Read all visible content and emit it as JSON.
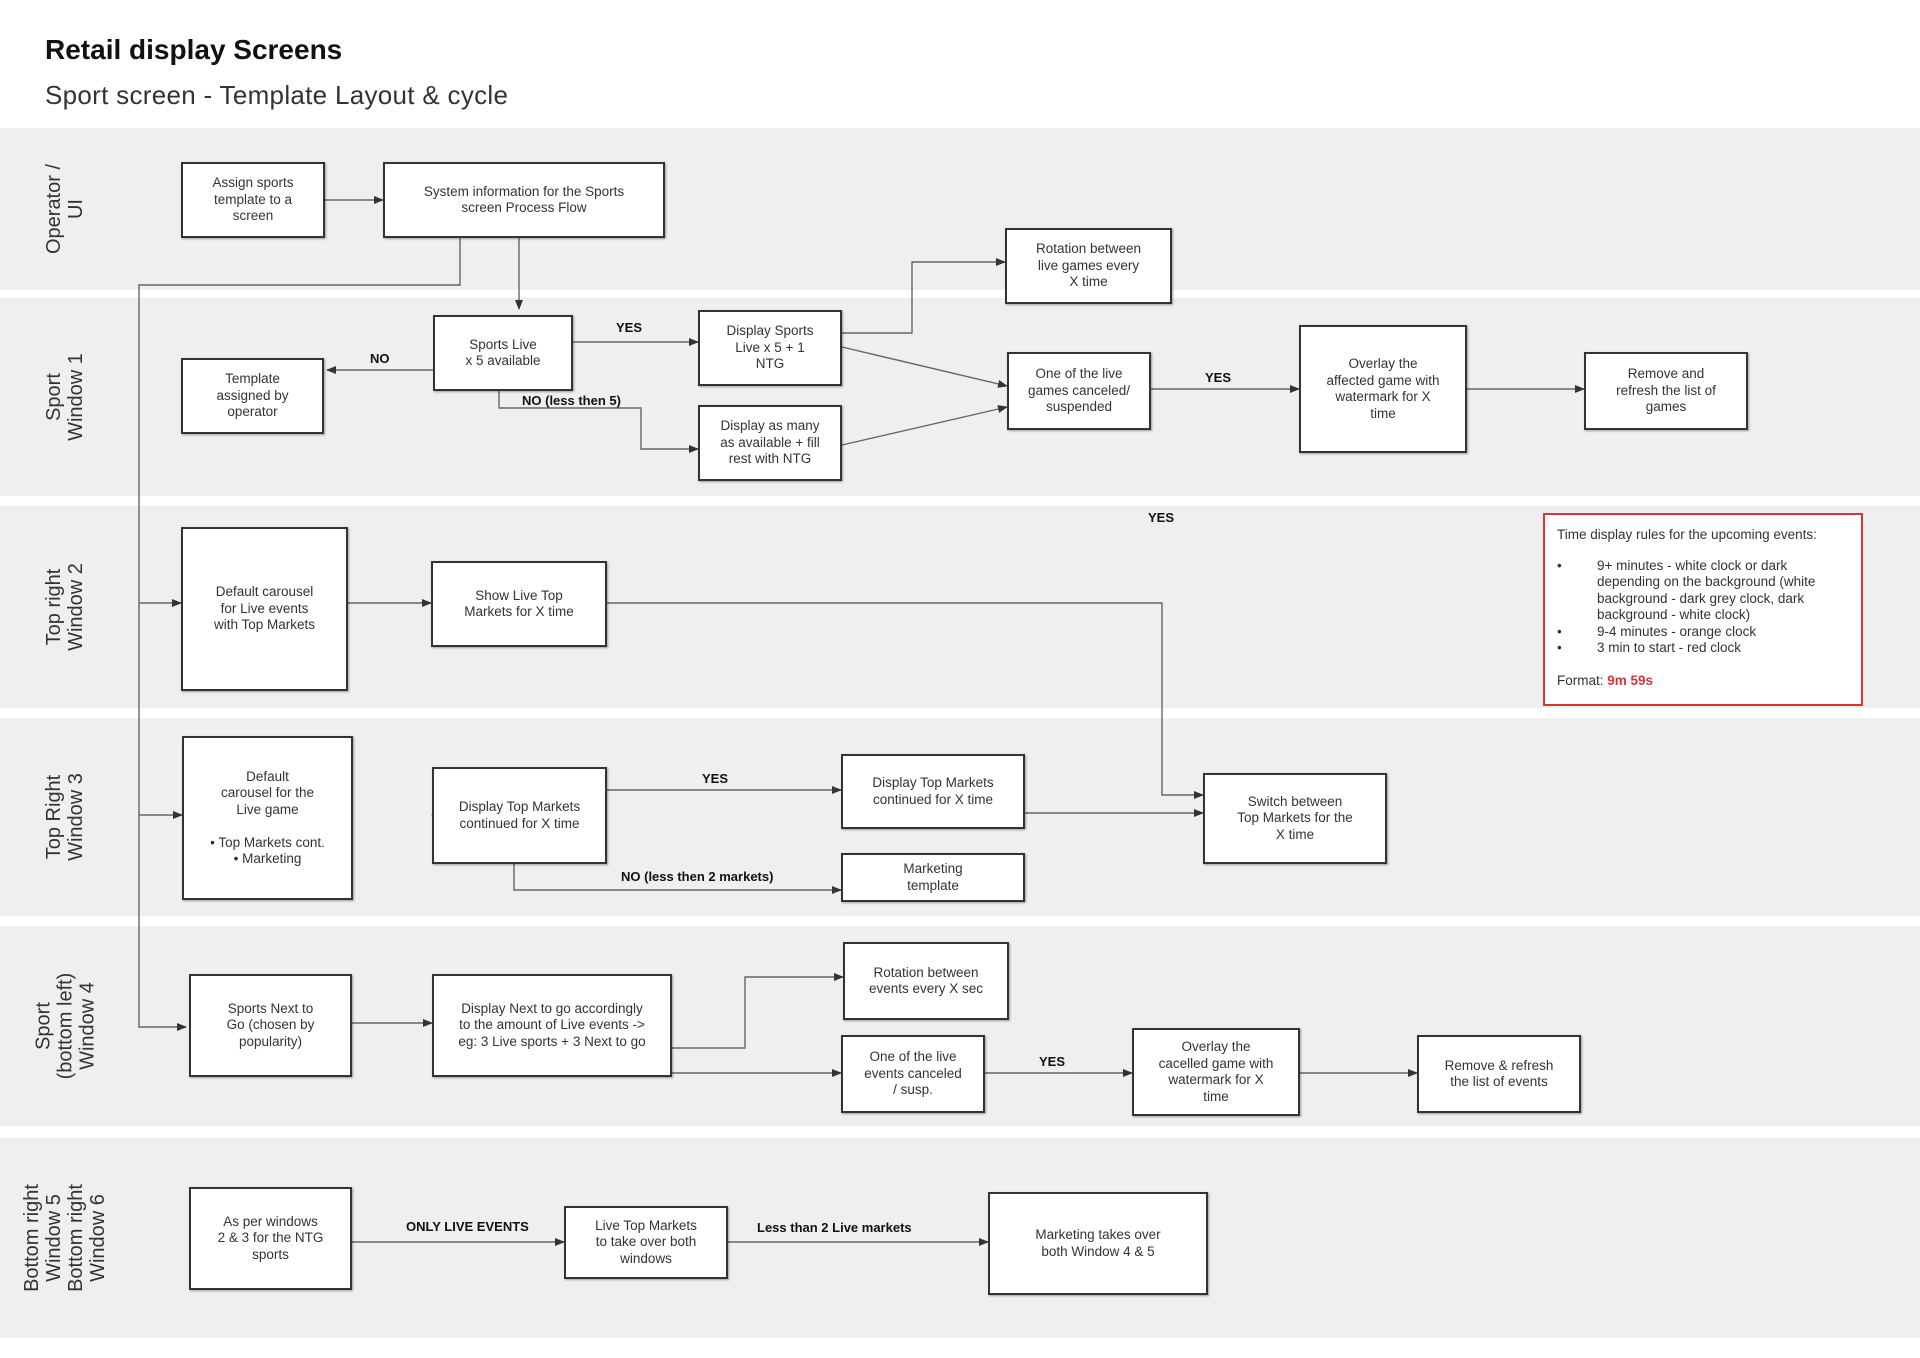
{
  "header": {
    "title": "Retail display Screens",
    "subtitle": "Sport screen - Template Layout & cycle"
  },
  "lanes": {
    "operator": "Operator /\nUI",
    "sport_w1": "Sport\nWindow 1",
    "top_right_w2": "Top right\nWindow 2",
    "top_right_w3": "Top Right\nWindow 3",
    "sport_w4": "Sport\n(bottom left)\nWindow 4",
    "bottom_w5_6": "Bottom right\nWindow 5\nBottom right\nWindow 6"
  },
  "nodes": {
    "assign_template": "Assign sports\ntemplate to a\nscreen",
    "system_info": "System information for the Sports\nscreen Process Flow",
    "rotation_live": "Rotation between\nlive games every\nX time",
    "sports_live_x5": "Sports Live\nx 5 available",
    "template_operator": "Template\nassigned by\noperator",
    "display_sports_live": "Display Sports\nLive x 5 + 1\nNTG",
    "display_as_many": "Display as many\nas available + fill\nrest with NTG",
    "live_game_canceled": "One of the live\ngames canceled/\nsuspended",
    "overlay_affected": "Overlay the\naffected game with\nwatermark for X\ntime",
    "remove_refresh_games": "Remove and\nrefresh the list of\ngames",
    "default_carousel_top": "Default carousel\nfor Live events\nwith Top Markets",
    "show_live_top": "Show Live Top\nMarkets for X time",
    "default_carousel_live": "Default\ncarousel for the\nLive game\n\n• Top Markets cont.\n• Marketing",
    "display_top_markets": "Display Top Markets\ncontinued for X time",
    "display_top_markets_2": "Display Top Markets\ncontinued for X time",
    "marketing_template": "Marketing\ntemplate",
    "switch_top_markets": "Switch between\nTop Markets for the\nX time",
    "sports_next_to_go": "Sports Next to\nGo (chosen by\npopularity)",
    "display_next_to_go": "Display Next to go accordingly\nto the amount of Live events ->\neg: 3 Live sports + 3 Next to go",
    "rotation_events": "Rotation between\nevents every X sec",
    "live_event_canceled": "One of the live\nevents canceled\n/ susp.",
    "overlay_cancelled": "Overlay the\ncacelled game with\nwatermark for X\ntime",
    "remove_refresh_events": "Remove & refresh\nthe list of events",
    "as_per_windows": "As per windows\n2 & 3 for the NTG\nsports",
    "live_top_takeover": "Live Top Markets\nto take over both\nwindows",
    "marketing_takeover": "Marketing takes over\nboth Window 4 & 5"
  },
  "edge_labels": {
    "yes_w1": "YES",
    "no_w1": "NO",
    "no_less_5": "NO (less then 5)",
    "yes_overlay": "YES",
    "yes_floating": "YES",
    "yes_w3": "YES",
    "no_less_2": "NO (less then 2 markets)",
    "yes_w4": "YES",
    "only_live": "ONLY LIVE EVENTS",
    "less_than_2": "Less than 2 Live markets"
  },
  "note": {
    "title": "Time display rules for the upcoming events:",
    "items": [
      "9+ minutes - white clock or dark depending on the background (white background - dark grey clock, dark background - white clock)",
      "9-4 minutes - orange clock",
      "3 min to start - red clock"
    ],
    "format_label": "Format:",
    "format_value": "9m 59s"
  },
  "colors": {
    "lane_bg": "#efefef",
    "note_border": "#d9343b",
    "line": "#555555"
  }
}
